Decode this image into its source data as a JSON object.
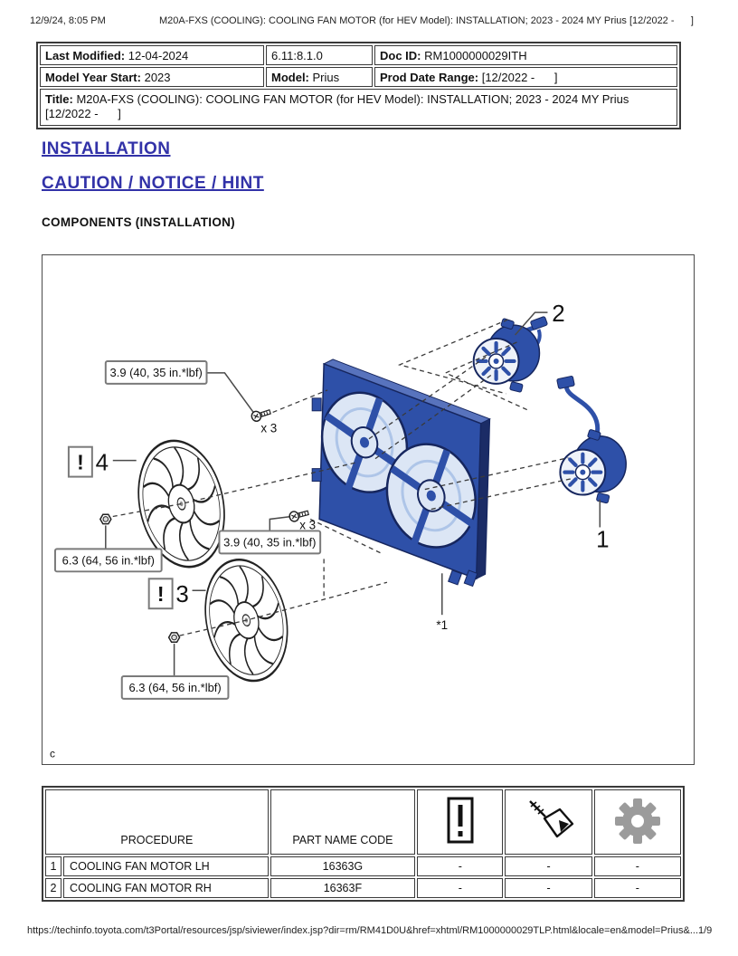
{
  "print_header": {
    "datetime": "12/9/24, 8:05 PM",
    "title": "M20A-FXS (COOLING): COOLING FAN MOTOR (for HEV Model): INSTALLATION; 2023 - 2024 MY Prius [12/2022 -      ]"
  },
  "meta_table": {
    "last_modified_label": "Last Modified:",
    "last_modified": "12-04-2024",
    "version": "6.11:8.1.0",
    "doc_id_label": "Doc ID:",
    "doc_id": "RM1000000029ITH",
    "model_year_label": "Model Year Start:",
    "model_year": "2023",
    "model_label": "Model:",
    "model": "Prius",
    "prod_date_label": "Prod Date Range:",
    "prod_date": "[12/2022 -      ]",
    "title_label": "Title:",
    "title": "M20A-FXS (COOLING): COOLING FAN MOTOR (for HEV Model): INSTALLATION; 2023 - 2024 MY Prius [12/2022 -      ]"
  },
  "links": {
    "installation": "INSTALLATION",
    "caution_notice_hint": "CAUTION / NOTICE / HINT"
  },
  "section_heading": "COMPONENTS (INSTALLATION)",
  "diagram": {
    "torque_spec_39": "3.9 (40, 35 in.*lbf)",
    "torque_spec_63": "6.3 (64, 56 in.*lbf)",
    "quantity_x3": "x 3",
    "callout_1": "1",
    "callout_2": "2",
    "callout_3": "3",
    "callout_4": "4",
    "exclamation": "!",
    "footnote_ref": "*1",
    "corner_mark": "c",
    "colors": {
      "shroud_blue": "#2e50a8",
      "shroud_dark": "#16265e",
      "shroud_light": "#dce6f5"
    }
  },
  "parts_table": {
    "procedure_header": "PROCEDURE",
    "part_name_code_header": "PART NAME CODE",
    "icon_columns": [
      "warning-icon",
      "grease-applicator-icon",
      "gear-icon"
    ],
    "rows": [
      {
        "num": "1",
        "procedure": "COOLING FAN MOTOR LH",
        "code": "16363G",
        "c1": "-",
        "c2": "-",
        "c3": "-"
      },
      {
        "num": "2",
        "procedure": "COOLING FAN MOTOR RH",
        "code": "16363F",
        "c1": "-",
        "c2": "-",
        "c3": "-"
      }
    ]
  },
  "print_footer": {
    "url": "https://techinfo.toyota.com/t3Portal/resources/jsp/siviewer/index.jsp?dir=rm/RM41D0U&href=xhtml/RM1000000029TLP.html&locale=en&model=Prius&...",
    "page": "1/9"
  }
}
